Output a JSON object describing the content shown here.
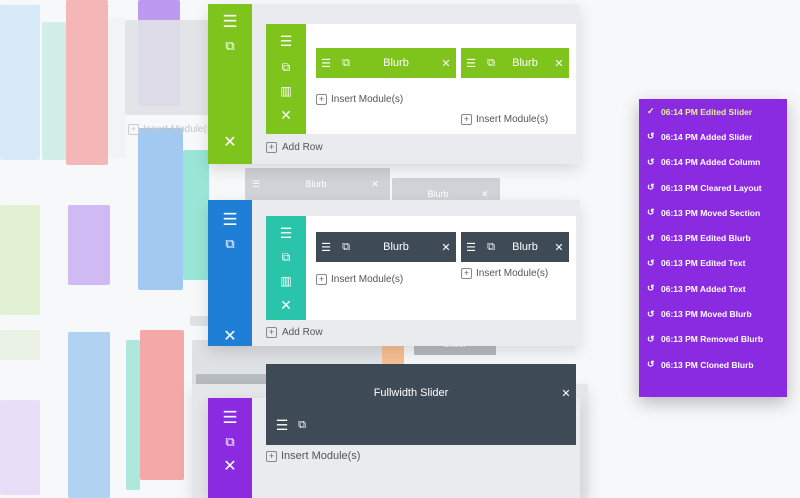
{
  "colors": {
    "green": "#7ec41c",
    "purple": "#8a2be2",
    "blue": "#1f7fd6",
    "teal": "#29c4a9",
    "dark": "#3f4a57",
    "gray": "#a9afb5",
    "history_active": "#e3f68d"
  },
  "icons": {
    "drag": "hamburger-icon",
    "duplicate": "duplicate-icon",
    "columns": "columns-icon",
    "delete": "close-icon",
    "undo": "undo-icon",
    "check": "check-icon"
  },
  "sections": [
    {
      "color": "#7ec41c",
      "modules": [
        {
          "label": "Blurb",
          "color": "#7ec41c"
        },
        {
          "label": "Blurb",
          "color": "#7ec41c"
        }
      ],
      "insert_label": "Insert Module(s)",
      "add_row": "Add Row"
    },
    {
      "color": "#1f7fd6",
      "row_color": "#29c4a9",
      "modules": [
        {
          "label": "Blurb",
          "color": "#3f4a57"
        },
        {
          "label": "Blurb",
          "color": "#3f4a57"
        }
      ],
      "insert_label": "Insert Module(s)",
      "add_row": "Add Row"
    },
    {
      "color": "#8a2be2",
      "modules": [
        {
          "label": "Fullwidth Slider",
          "color": "#3f4a57"
        }
      ],
      "insert_label": "Insert Module(s)"
    }
  ],
  "ghost": {
    "insert_label": "Insert Module(s)",
    "blurb": "Blurb",
    "slider": "Slider"
  },
  "history": {
    "items": [
      {
        "label": "06:14 PM Edited Slider",
        "active": true
      },
      {
        "label": "06:14 PM Added Slider"
      },
      {
        "label": "06:14 PM Added Column"
      },
      {
        "label": "06:13 PM Cleared Layout"
      },
      {
        "label": "06:13 PM Moved Section"
      },
      {
        "label": "06:13 PM Edited Blurb"
      },
      {
        "label": "06:13 PM Edited Text"
      },
      {
        "label": "06:13 PM Added Text"
      },
      {
        "label": "06:13 PM Moved Blurb"
      },
      {
        "label": "06:13 PM Removed Blurb"
      },
      {
        "label": "06:13 PM Cloned Blurb"
      }
    ]
  }
}
